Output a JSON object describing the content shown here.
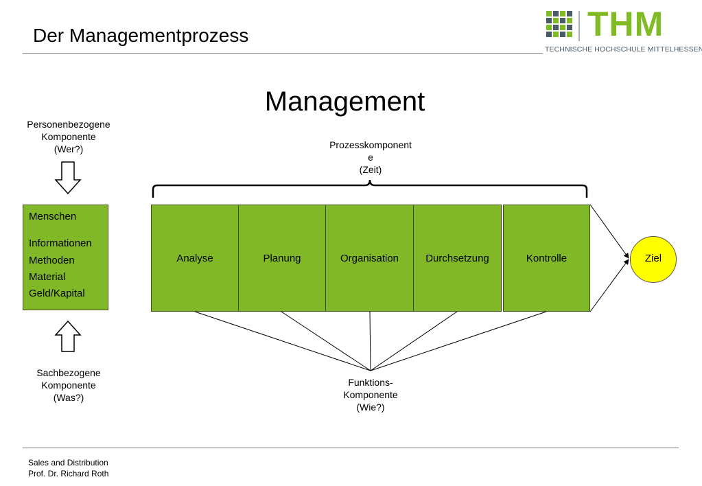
{
  "header": {
    "title": "Der Managementprozess"
  },
  "logo": {
    "wordmark": "THM",
    "subtitle": "TECHNISCHE HOCHSCHULE MITTELHESSEN",
    "colors": {
      "green": "#80ba24",
      "gray": "#4a5a66"
    }
  },
  "diagram": {
    "title": "Management",
    "person_component": "Personenbezogene\nKomponente\n(Wer?)",
    "resources": [
      "Menschen",
      "Informationen",
      "Methoden",
      "Material",
      "Geld/Kapital"
    ],
    "material_component": "Sachbezogene\nKomponente\n(Was?)",
    "process_component": "Prozesskomponent\ne\n(Zeit)",
    "steps": [
      "Analyse",
      "Planung",
      "Organisation",
      "Durchsetzung",
      "Kontrolle"
    ],
    "goal": "Ziel",
    "function_component": "Funktions-\nKomponente\n(Wie?)",
    "colors": {
      "box_green": "#80b828",
      "goal_yellow": "#ffff00"
    }
  },
  "footer": {
    "line1": "Sales and Distribution",
    "line2": "Prof. Dr. Richard Roth"
  }
}
